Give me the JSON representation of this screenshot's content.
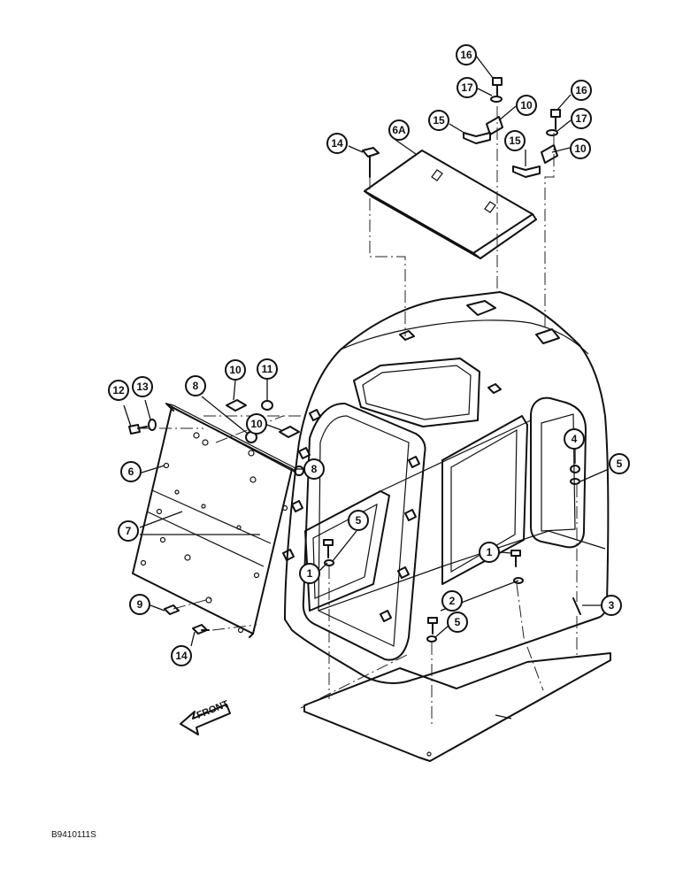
{
  "diagram": {
    "figure_code": "B9410111S",
    "front_label": "FRONT",
    "callouts": [
      "1",
      "1",
      "2",
      "3",
      "4",
      "5",
      "5",
      "5",
      "6",
      "6A",
      "7",
      "8",
      "8",
      "9",
      "10",
      "10",
      "10",
      "10",
      "11",
      "12",
      "13",
      "14",
      "14",
      "15",
      "15",
      "16",
      "16",
      "17",
      "17"
    ]
  }
}
